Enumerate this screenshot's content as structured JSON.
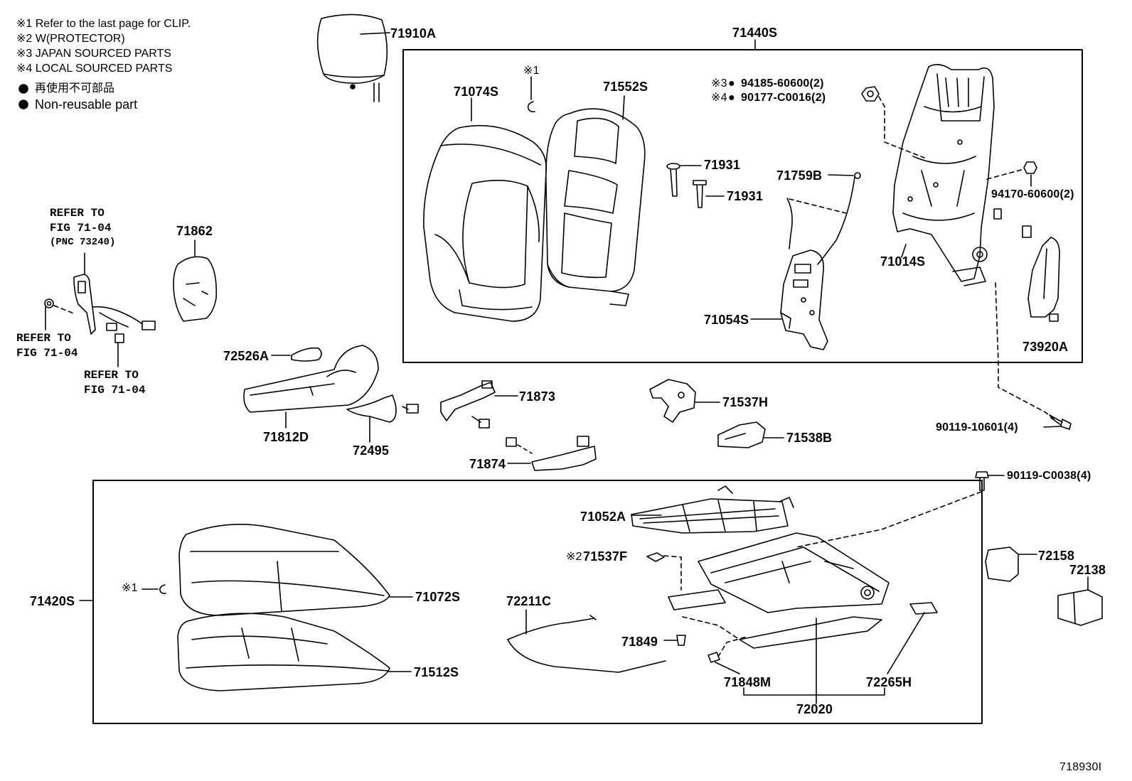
{
  "notes": {
    "n1": "※1 Refer to the last page for CLIP.",
    "n2": "※2 W(PROTECTOR)",
    "n3": "※3 JAPAN SOURCED PARTS",
    "n4": "※4 LOCAL SOURCED PARTS",
    "nonreuse_jp": "再使用不可部品",
    "nonreuse_en": "Non-reusable part"
  },
  "refs": {
    "belt_line1": "REFER TO",
    "belt_line2": "FIG 71-04",
    "belt_line3": "(PNC 73240)",
    "left_line1": "REFER TO",
    "left_line2": "FIG 71-04",
    "lower_line1": "REFER TO",
    "lower_line2": "FIG 71-04"
  },
  "marks": {
    "clip_upper": "※1",
    "clip_lower": "※1",
    "protector": "※2",
    "japan": "※3",
    "local": "※4",
    "dot": "●"
  },
  "parts": {
    "p71910A": "71910A",
    "p71440S": "71440S",
    "p71074S": "71074S",
    "p71552S": "71552S",
    "p94185": "94185-60600(2)",
    "p90177": "90177-C0016(2)",
    "p71931a": "71931",
    "p71931b": "71931",
    "p71759B": "71759B",
    "p94170": "94170-60600(2)",
    "p71014S": "71014S",
    "p71054S": "71054S",
    "p73920A": "73920A",
    "p71862": "71862",
    "p72526A": "72526A",
    "p71812D": "71812D",
    "p72495": "72495",
    "p71873": "71873",
    "p71874": "71874",
    "p71537H": "71537H",
    "p71538B": "71538B",
    "p90119_10601": "90119-10601(4)",
    "p90119_C0038": "90119-C0038(4)",
    "p71052A": "71052A",
    "p71537F": "71537F",
    "p72158": "72158",
    "p72138": "72138",
    "p71420S": "71420S",
    "p71072S": "71072S",
    "p71512S": "71512S",
    "p72211C": "72211C",
    "p71849": "71849",
    "p71848M": "71848M",
    "p72265H": "72265H",
    "p72020": "72020"
  },
  "figure_code": "718930I"
}
